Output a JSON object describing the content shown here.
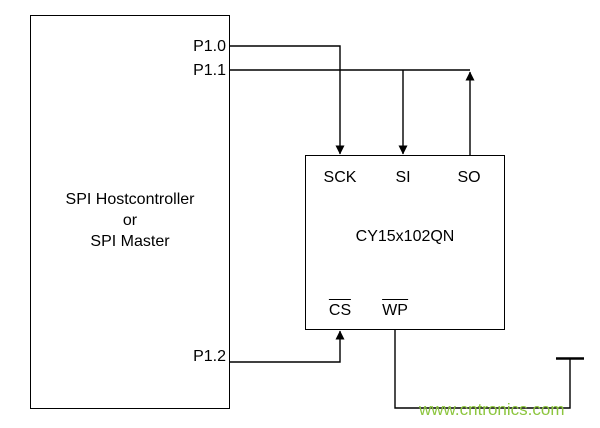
{
  "colors": {
    "line": "#000000",
    "background": "#ffffff",
    "watermark_green": "#8dc63f"
  },
  "master_box": {
    "title": {
      "line1": "SPI Hostcontroller",
      "line2": "or",
      "line3": "SPI Master"
    },
    "pins": {
      "p1_0": "P1.0",
      "p1_1": "P1.1",
      "p1_2": "P1.2"
    }
  },
  "chip_box": {
    "part_number": "CY15x102QN",
    "pins": {
      "sck": "SCK",
      "si": "SI",
      "so": "SO",
      "cs": "CS",
      "wp": "WP"
    }
  },
  "connections": {
    "p1_0_to": "SCK",
    "p1_1_to": "SI / SO",
    "p1_2_to": "CS",
    "wp_to": "pull-up rail"
  },
  "watermark": "www.cntronics.com"
}
